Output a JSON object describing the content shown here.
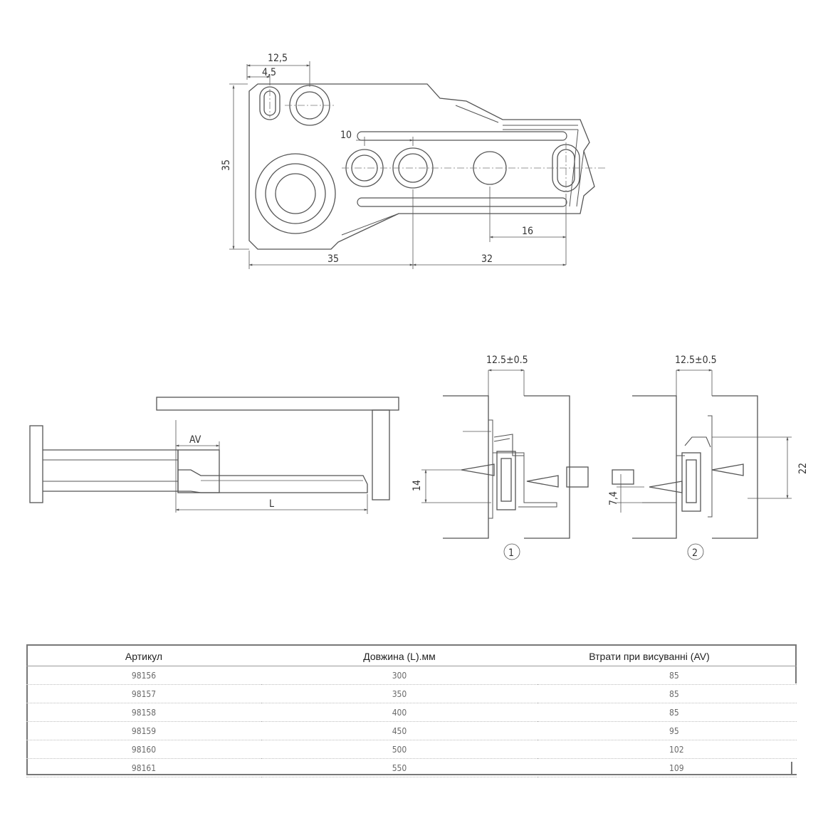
{
  "top_drawing": {
    "dim_12_5": "12,5",
    "dim_4_5": "4,5",
    "dim_10": "10",
    "dim_35_vertical": "35",
    "dim_16": "16",
    "dim_35_bottom": "35",
    "dim_32": "32"
  },
  "side_view": {
    "label_av": "AV",
    "label_l": "L"
  },
  "section_1": {
    "dim_gap": "12.5±0.5",
    "dim_14": "14",
    "marker": "1"
  },
  "section_2": {
    "dim_gap": "12.5±0.5",
    "dim_22": "22",
    "dim_7_4": "7,4",
    "marker": "2"
  },
  "table": {
    "headers": [
      "Артикул",
      "Довжина (L).мм",
      "Втрати при висуванні (AV)"
    ],
    "rows": [
      [
        "98156",
        "300",
        "85"
      ],
      [
        "98157",
        "350",
        "85"
      ],
      [
        "98158",
        "400",
        "85"
      ],
      [
        "98159",
        "450",
        "95"
      ],
      [
        "98160",
        "500",
        "102"
      ],
      [
        "98161",
        "550",
        "109"
      ]
    ]
  }
}
